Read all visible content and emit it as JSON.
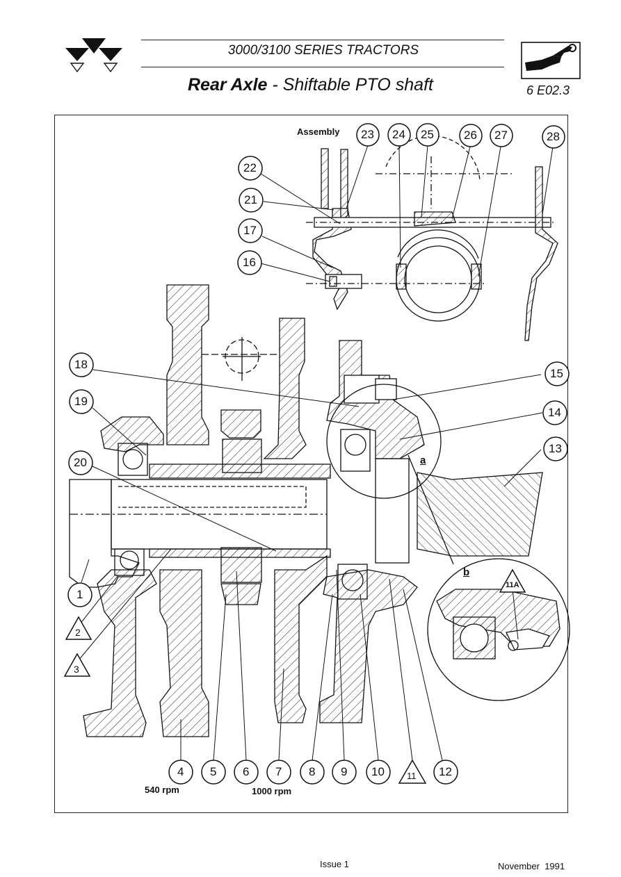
{
  "header": {
    "series": "3000/3100 SERIES TRACTORS",
    "title_bold": "Rear Axle",
    "title_rest": " - Shiftable PTO shaft",
    "code": "6 E02.3"
  },
  "drawing": {
    "assembly_label": "Assembly",
    "speed_540": "540 rpm",
    "speed_1000": "1000 rpm",
    "detail_a": "a",
    "detail_b": "b",
    "callouts": {
      "c1": "1",
      "c2": "2",
      "c3": "3",
      "c4": "4",
      "c5": "5",
      "c6": "6",
      "c7": "7",
      "c8": "8",
      "c9": "9",
      "c10": "10",
      "c11": "11",
      "c11a": "11A",
      "c12": "12",
      "c13": "13",
      "c14": "14",
      "c15": "15",
      "c16": "16",
      "c17": "17",
      "c18": "18",
      "c19": "19",
      "c20": "20",
      "c21": "21",
      "c22": "22",
      "c23": "23",
      "c24": "24",
      "c25": "25",
      "c26": "26",
      "c27": "27",
      "c28": "28"
    }
  },
  "footer": {
    "issue": "Issue 1",
    "date": "November  1991"
  }
}
